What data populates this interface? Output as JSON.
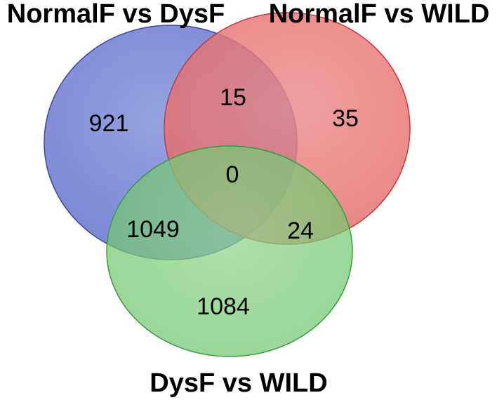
{
  "sets": [
    {
      "id": "A",
      "label": "NormalF vs DysF",
      "color": "#5566c7"
    },
    {
      "id": "B",
      "label": "NormalF vs WILD",
      "color": "#e45e5e"
    },
    {
      "id": "C",
      "label": "DysF vs WILD",
      "color": "#55bb55"
    }
  ],
  "regions": {
    "A_only": "921",
    "B_only": "35",
    "C_only": "1084",
    "AB": "15",
    "AC": "1049",
    "BC": "24",
    "ABC": "0"
  }
}
